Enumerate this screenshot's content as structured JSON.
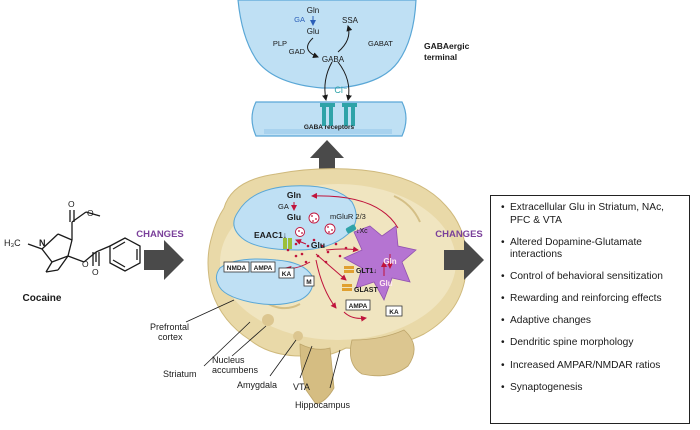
{
  "gaba_terminal": {
    "title_line1": "GABAergic",
    "title_line2": "terminal",
    "gln": "Gln",
    "ga": "GA",
    "glu": "Glu",
    "ssa": "SSA",
    "plp": "PLP",
    "gad": "GAD",
    "gabat": "GABAT",
    "gaba": "GABA",
    "cl": "Cl⁻",
    "receptors": "GABA receptors"
  },
  "cocaine": {
    "label": "Cocaine",
    "h3c": "H₃C",
    "n": "N",
    "o": "O"
  },
  "changes_left": "CHANGES",
  "changes_right": "CHANGES",
  "synapse": {
    "gln": "Gln",
    "ga": "GA",
    "glu_top": "Glu",
    "eaac1": "EAAC1↓",
    "mglur": "mGluR 2/3",
    "glu_center": "Glu",
    "nmda": "NMDA",
    "ampa": "AMPA",
    "ka": "KA",
    "m": "M",
    "xc": "↓Xc",
    "glt1": "GLT1↓",
    "glast": "GLAST",
    "ampa2": "AMPA",
    "ka2": "KA",
    "astro_gln": "Gln",
    "astro_glu": "Glu"
  },
  "brain_regions": {
    "prefrontal_line1": "Prefrontal",
    "prefrontal_line2": "cortex",
    "striatum": "Striatum",
    "nucleus_line1": "Nucleus",
    "nucleus_line2": "accumbens",
    "amygdala": "Amygdala",
    "vta": "VTA",
    "hippocampus": "Hippocampus"
  },
  "effects": [
    "Extracellular Glu in Striatum, NAc, PFC & VTA",
    "Altered Dopamine-Glutamate interactions",
    "Control of behavioral sensitization",
    "Rewarding and reinforcing effects",
    "Adaptive changes",
    "Dendritic spine morphology",
    "Increased AMPAR/NMDAR ratios",
    "Synaptogenesis"
  ],
  "colors": {
    "terminal_blue": "#bfe0f4",
    "terminal_stroke": "#5aa7d6",
    "brain_tan": "#e9d9a8",
    "astro_purple": "#b06bd4",
    "arrow_red": "#c0143c",
    "changes_purple": "#7a3f9a",
    "arrow_gray": "#4a4a4a"
  }
}
